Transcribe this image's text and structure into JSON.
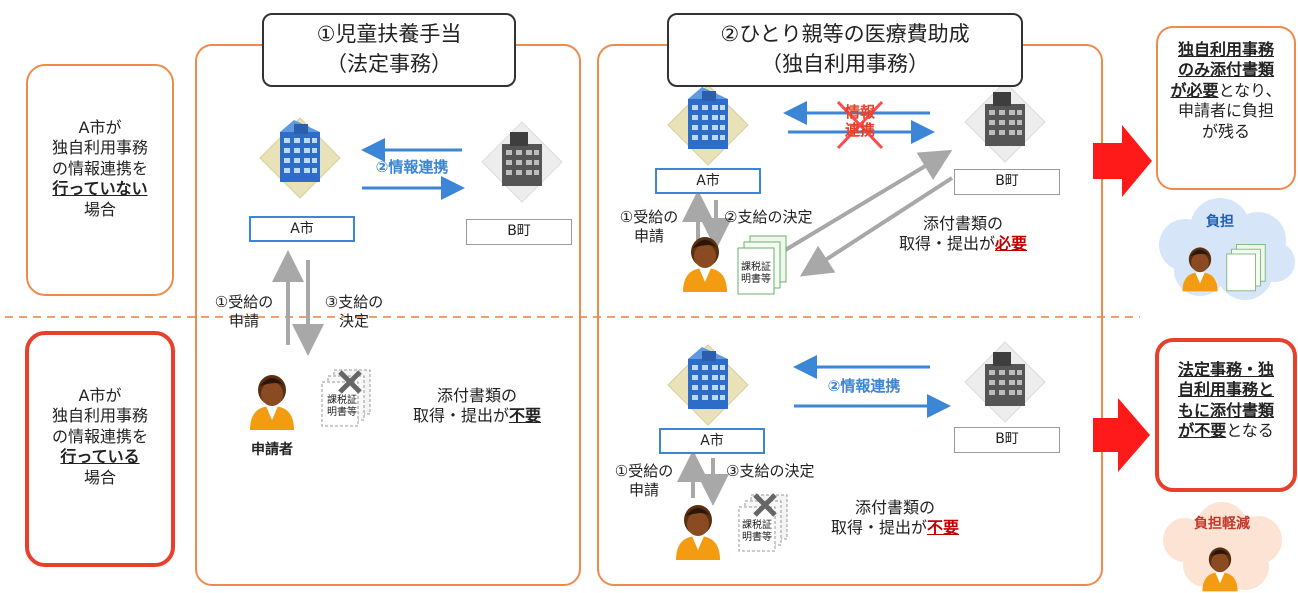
{
  "scenarios": {
    "top": {
      "line1": "A市が",
      "line2": "独自利用事務",
      "line3": "の情報連携を",
      "emph": "行っていない",
      "line5": "場合"
    },
    "bottom": {
      "line1": "A市が",
      "line2": "独自利用事務",
      "line3": "の情報連携を",
      "emph": "行っている",
      "line5": "場合"
    }
  },
  "panel1": {
    "title": "①児童扶養手当",
    "subtitle": "（法定事務）",
    "city_a": "A市",
    "town_b": "B町",
    "link_label": "②情報連携",
    "apply_label_1": "①受給の",
    "apply_label_2": "申請",
    "decision_label_1": "③支給の",
    "decision_label_2": "決定",
    "applicant_label": "申請者",
    "doc_label_1": "課税証",
    "doc_label_2": "明書等",
    "attach_1": "添付書類の",
    "attach_2_prefix": "取得・提出が",
    "attach_2_emph": "不要"
  },
  "panel2": {
    "title": "②ひとり親等の医療費助成",
    "subtitle": "（独自利用事務）",
    "top": {
      "city_a": "A市",
      "town_b": "B町",
      "blocked_label_1": "情報",
      "blocked_label_2": "連携",
      "apply_label_1": "①受給の",
      "apply_label_2": "申請",
      "decision_label": "②支給の決定",
      "doc_label_1": "課税証",
      "doc_label_2": "明書等",
      "attach_1": "添付書類の",
      "attach_2_prefix": "取得・提出が",
      "attach_2_emph": "必要"
    },
    "bottom": {
      "city_a": "A市",
      "town_b": "B町",
      "link_label": "②情報連携",
      "apply_label_1": "①受給の",
      "apply_label_2": "申請",
      "decision_label": "③支給の決定",
      "doc_label_1": "課税証",
      "doc_label_2": "明書等",
      "attach_1": "添付書類の",
      "attach_2_prefix": "取得・提出が",
      "attach_2_emph": "不要"
    }
  },
  "results": {
    "top": {
      "l1": "独自利用事務",
      "l2": "のみ添付書類",
      "l3a": "が必要",
      "l3b": "となり、",
      "l4": "申請者に負担",
      "l5": "が残る",
      "cloud": "負担"
    },
    "bottom": {
      "l1": "法定事務・独",
      "l2": "自利用事務と",
      "l3": "もに添付書類",
      "l4a": "が不要",
      "l4b": "となる",
      "cloud": "負担軽減"
    }
  },
  "colors": {
    "orange": "#f08a4b",
    "red_border": "#e8402a",
    "blue": "#3b86d6",
    "gray_arrow": "#aaaaaa",
    "red_arrow": "#ff1a1a",
    "emph_red": "#c00000"
  }
}
